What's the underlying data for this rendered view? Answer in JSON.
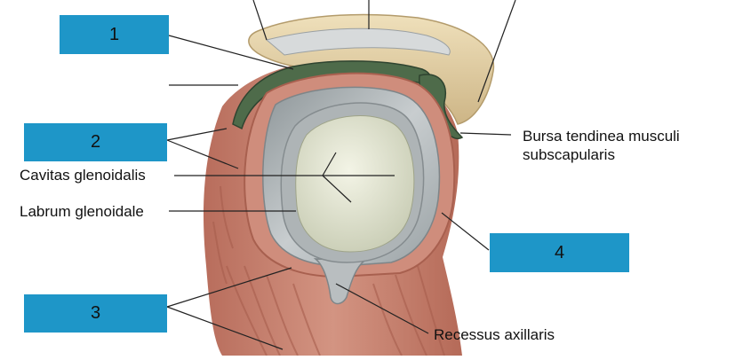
{
  "labels": {
    "cavitas": "Cavitas glenoidalis",
    "labrum": "Labrum glenoidale",
    "bursa_line1": "Bursa tendinea musculi",
    "bursa_line2": "subscapularis",
    "recessus": "Recessus axillaris"
  },
  "quiz_boxes": [
    "1",
    "2",
    "3",
    "4"
  ],
  "colors": {
    "box_fill": "#1e96c8",
    "leader_line": "#222222",
    "muscle": "#c97f6c",
    "bone": "#e6d2a6",
    "cartilage": "#e4e6d2",
    "capsule": "#b9bec0",
    "bursa": "#4e6b4a"
  }
}
